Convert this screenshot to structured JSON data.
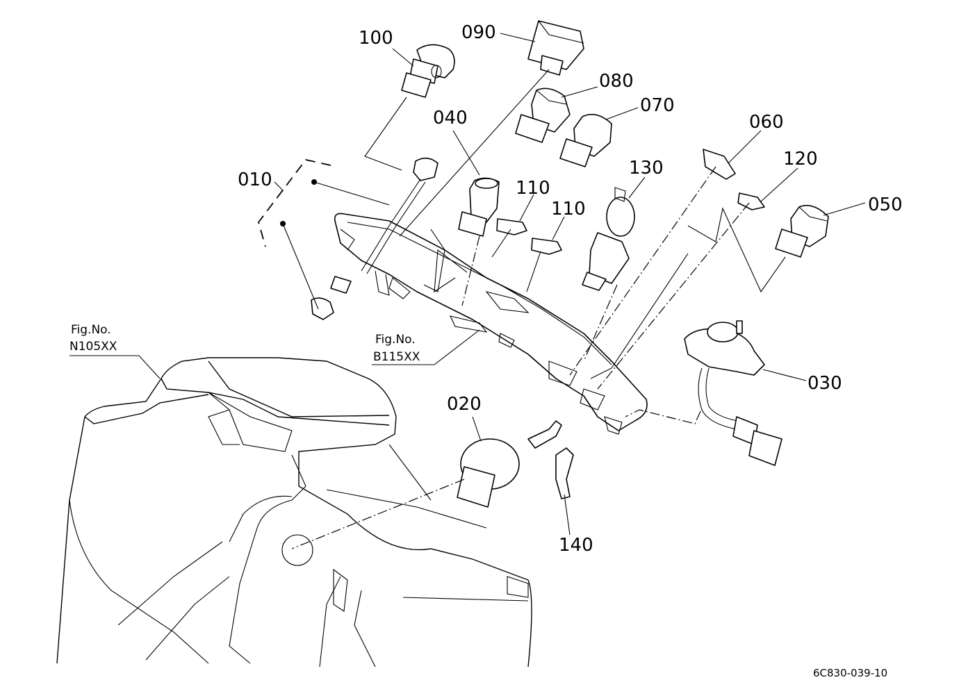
{
  "parts": {
    "p100": "100",
    "p090": "090",
    "p080": "080",
    "p070": "070",
    "p040": "040",
    "p060": "060",
    "p120": "120",
    "p130": "130",
    "p110a": "110",
    "p110b": "110",
    "p010": "010",
    "p050": "050",
    "p030": "030",
    "p020": "020",
    "p140": "140"
  },
  "figure_refs": {
    "ref1_line1": "Fig.No.",
    "ref1_line2": "N105XX",
    "ref2_line1": "Fig.No.",
    "ref2_line2": "B115XX"
  },
  "drawing_code": "6C830-039-10"
}
